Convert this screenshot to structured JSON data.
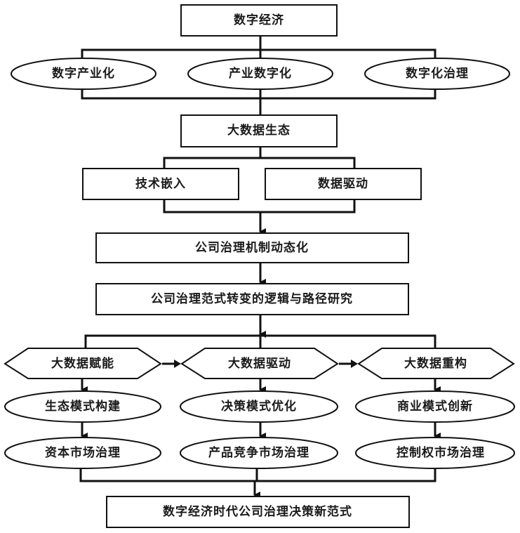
{
  "diagram": {
    "colors": {
      "stroke": "#111111",
      "fill": "#ffffff",
      "text": "#1a1a1a"
    },
    "nodes": {
      "digital_economy": "数字经济",
      "digital_industrialization": "数字产业化",
      "industrial_digitalization": "产业数字化",
      "digital_governance": "数字化治理",
      "big_data_ecology": "大数据生态",
      "tech_embedding": "技术嵌入",
      "data_driven": "数据驱动",
      "governance_dynamic": "公司治理机制动态化",
      "paradigm_research": "公司治理范式转变的逻辑与路径研究",
      "bd_empower": "大数据赋能",
      "bd_drive": "大数据驱动",
      "bd_reconstruct": "大数据重构",
      "eco_model": "生态模式构建",
      "decision_model": "决策模式优化",
      "business_model": "商业模式创新",
      "capital_market": "资本市场治理",
      "product_market": "产品竞争市场治理",
      "control_market": "控制权市场治理",
      "new_paradigm": "数字经济时代公司治理决策新范式"
    }
  }
}
